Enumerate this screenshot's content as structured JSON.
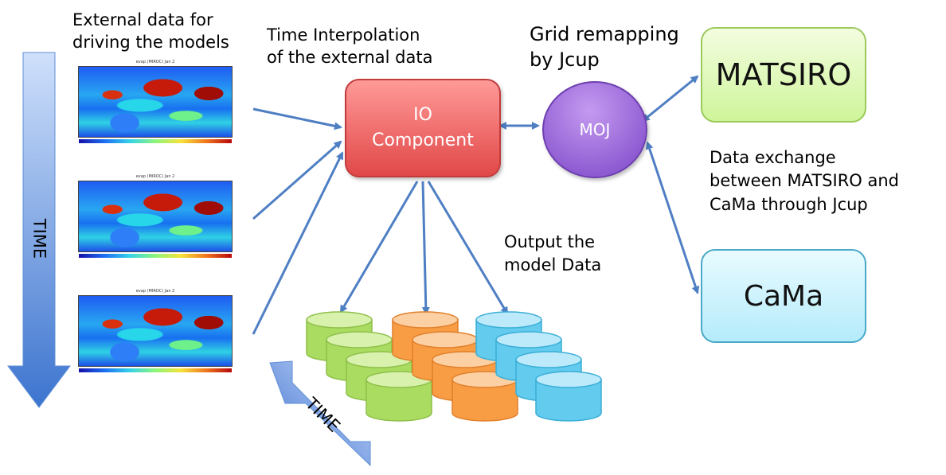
{
  "labels": {
    "external_data": "External data for\ndriving the models",
    "time_interp": "Time Interpolation\nof the external data",
    "grid_remap": "Grid remapping\nby Jcup",
    "data_exchange": "Data exchange\nbetween MATSIRO and\nCaMa through  Jcup",
    "output": "Output the\nmodel Data",
    "time_vertical": "TIME",
    "time_diagonal": "TIME"
  },
  "nodes": {
    "io": "IO\nComponent",
    "moj": "MOJ",
    "matsiro": "MATSIRO",
    "cama": "CaMa"
  },
  "map_title": "evap (MIROC) Jan 2",
  "colors": {
    "arrow": "#4f7fc3",
    "io": "#e14848",
    "moj": "#8d5ad1",
    "matsiro": "#cff59a",
    "cama": "#b5ebfb",
    "db_green": "#a9dc61",
    "db_orange": "#f99d45",
    "db_cyan": "#62cbee",
    "time_arrow": "#5b8de0"
  }
}
